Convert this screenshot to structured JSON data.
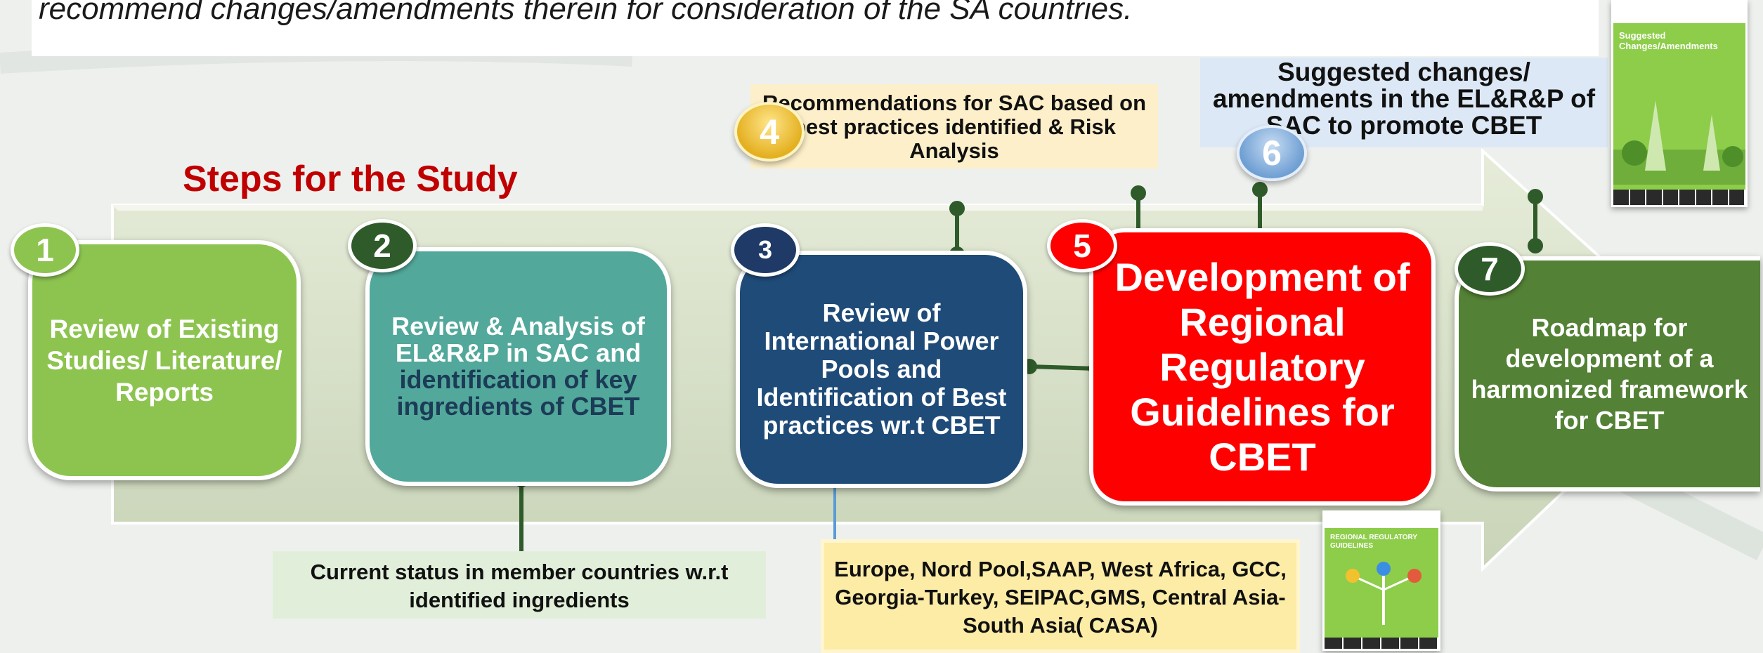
{
  "header": {
    "text": "recommend changes/amendments therein for consideration of the SA countries."
  },
  "title": "Steps for the Study",
  "steps": [
    {
      "num": "1",
      "text": "Review of Existing Studies/ Literature/ Reports",
      "color": "#8dc450"
    },
    {
      "num": "2",
      "text_part1": "Review & Analysis of EL&R&P in SAC and",
      "text_part2": "identification of key ingredients of CBET",
      "color": "#52a89a"
    },
    {
      "num": "3",
      "text": "Review of International Power Pools and Identification of Best practices wr.t CBET",
      "color": "#1f4b79"
    },
    {
      "num": "4"
    },
    {
      "num": "5",
      "text": "Development of Regional Regulatory Guidelines for CBET",
      "color": "#ff0000"
    },
    {
      "num": "6"
    },
    {
      "num": "7",
      "text": "Roadmap for development of a harmonized framework for CBET",
      "color": "#538135"
    }
  ],
  "notes": {
    "recommendations": "Recommendations for SAC based on best practices identified & Risk Analysis",
    "suggested": "Suggested changes/ amendments in the EL&R&P of SAC to promote CBET",
    "current_status": "Current status in member countries w.r.t identified ingredients",
    "pools": "Europe, Nord Pool,SAAP, West Africa, GCC, Georgia-Turkey, SEIPAC,GMS, Central Asia-South Asia( CASA)"
  },
  "books": {
    "book1_title": "Suggested Changes/Amendments",
    "book2_title": "REGIONAL REGULATORY GUIDELINES"
  }
}
